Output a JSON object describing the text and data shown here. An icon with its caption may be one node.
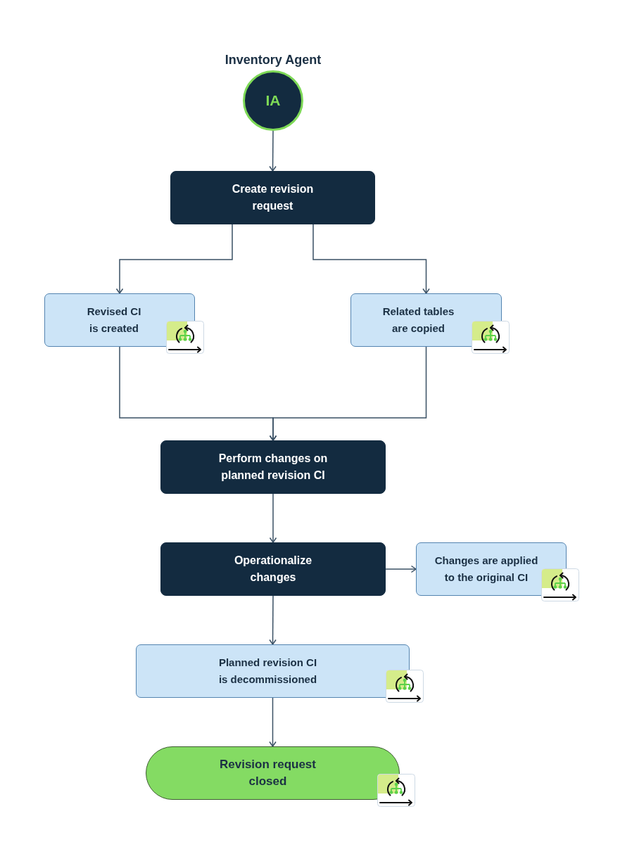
{
  "diagram": {
    "nodes": [
      {
        "text": [
          "Inventory Agent",
          "IA"
        ]
      },
      {
        "text": [
          "Create revision request"
        ]
      },
      {
        "text": [
          "Revised CI is created"
        ]
      },
      {
        "text": [
          "Related tables are copied"
        ]
      },
      {
        "text": [
          "Perform changes on planned revision CI"
        ]
      },
      {
        "text": [
          "Operationalize changes"
        ]
      },
      {
        "text": [
          "Changes are applied to the original CI"
        ]
      },
      {
        "text": [
          "Planned revision CI is decommissioned"
        ]
      },
      {
        "text": [
          "Revision request closed"
        ]
      }
    ],
    "edges": [
      {
        "from": 0,
        "to": 1,
        "arrow": "to"
      },
      {
        "from": 1,
        "to": 2,
        "arrow": "to"
      },
      {
        "from": 1,
        "to": 3,
        "arrow": "to"
      },
      {
        "from": 2,
        "to": 4,
        "arrow": "to"
      },
      {
        "from": 3,
        "to": 4,
        "arrow": "to"
      },
      {
        "from": 4,
        "to": 5,
        "arrow": "to"
      },
      {
        "from": 5,
        "to": 6,
        "arrow": "to"
      },
      {
        "from": 5,
        "to": 7,
        "arrow": "to"
      },
      {
        "from": 7,
        "to": 8,
        "arrow": "to"
      }
    ]
  }
}
